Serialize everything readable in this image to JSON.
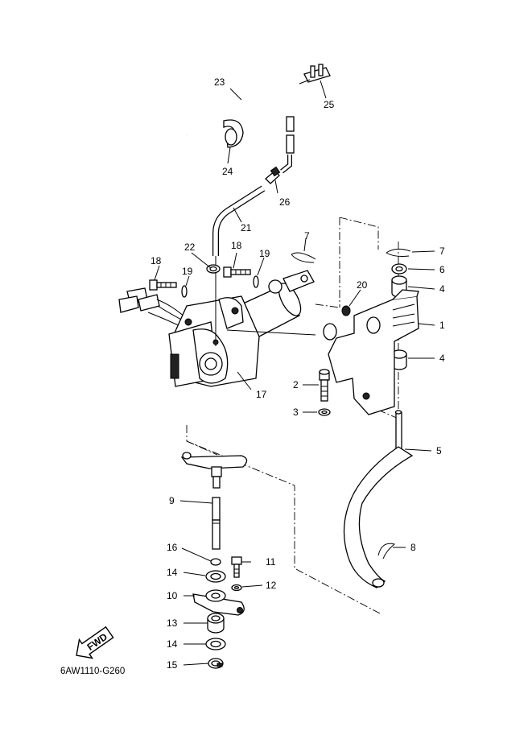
{
  "diagram": {
    "part_code": "6AW1110-G260",
    "direction_badge": "FWD",
    "callouts": [
      {
        "id": "c1",
        "num": "1"
      },
      {
        "id": "c2",
        "num": "2"
      },
      {
        "id": "c3",
        "num": "3"
      },
      {
        "id": "c4a",
        "num": "4"
      },
      {
        "id": "c4b",
        "num": "4"
      },
      {
        "id": "c5",
        "num": "5"
      },
      {
        "id": "c6",
        "num": "6"
      },
      {
        "id": "c7a",
        "num": "7"
      },
      {
        "id": "c7b",
        "num": "7"
      },
      {
        "id": "c8",
        "num": "8"
      },
      {
        "id": "c9",
        "num": "9"
      },
      {
        "id": "c10",
        "num": "10"
      },
      {
        "id": "c11",
        "num": "11"
      },
      {
        "id": "c12",
        "num": "12"
      },
      {
        "id": "c13",
        "num": "13"
      },
      {
        "id": "c14a",
        "num": "14"
      },
      {
        "id": "c14b",
        "num": "14"
      },
      {
        "id": "c15",
        "num": "15"
      },
      {
        "id": "c16",
        "num": "16"
      },
      {
        "id": "c17",
        "num": "17"
      },
      {
        "id": "c18a",
        "num": "18"
      },
      {
        "id": "c18b",
        "num": "18"
      },
      {
        "id": "c19a",
        "num": "19"
      },
      {
        "id": "c19b",
        "num": "19"
      },
      {
        "id": "c20",
        "num": "20"
      },
      {
        "id": "c21",
        "num": "21"
      },
      {
        "id": "c22",
        "num": "22"
      },
      {
        "id": "c23",
        "num": "23"
      },
      {
        "id": "c24",
        "num": "24"
      },
      {
        "id": "c25",
        "num": "25"
      },
      {
        "id": "c26",
        "num": "26"
      }
    ]
  }
}
